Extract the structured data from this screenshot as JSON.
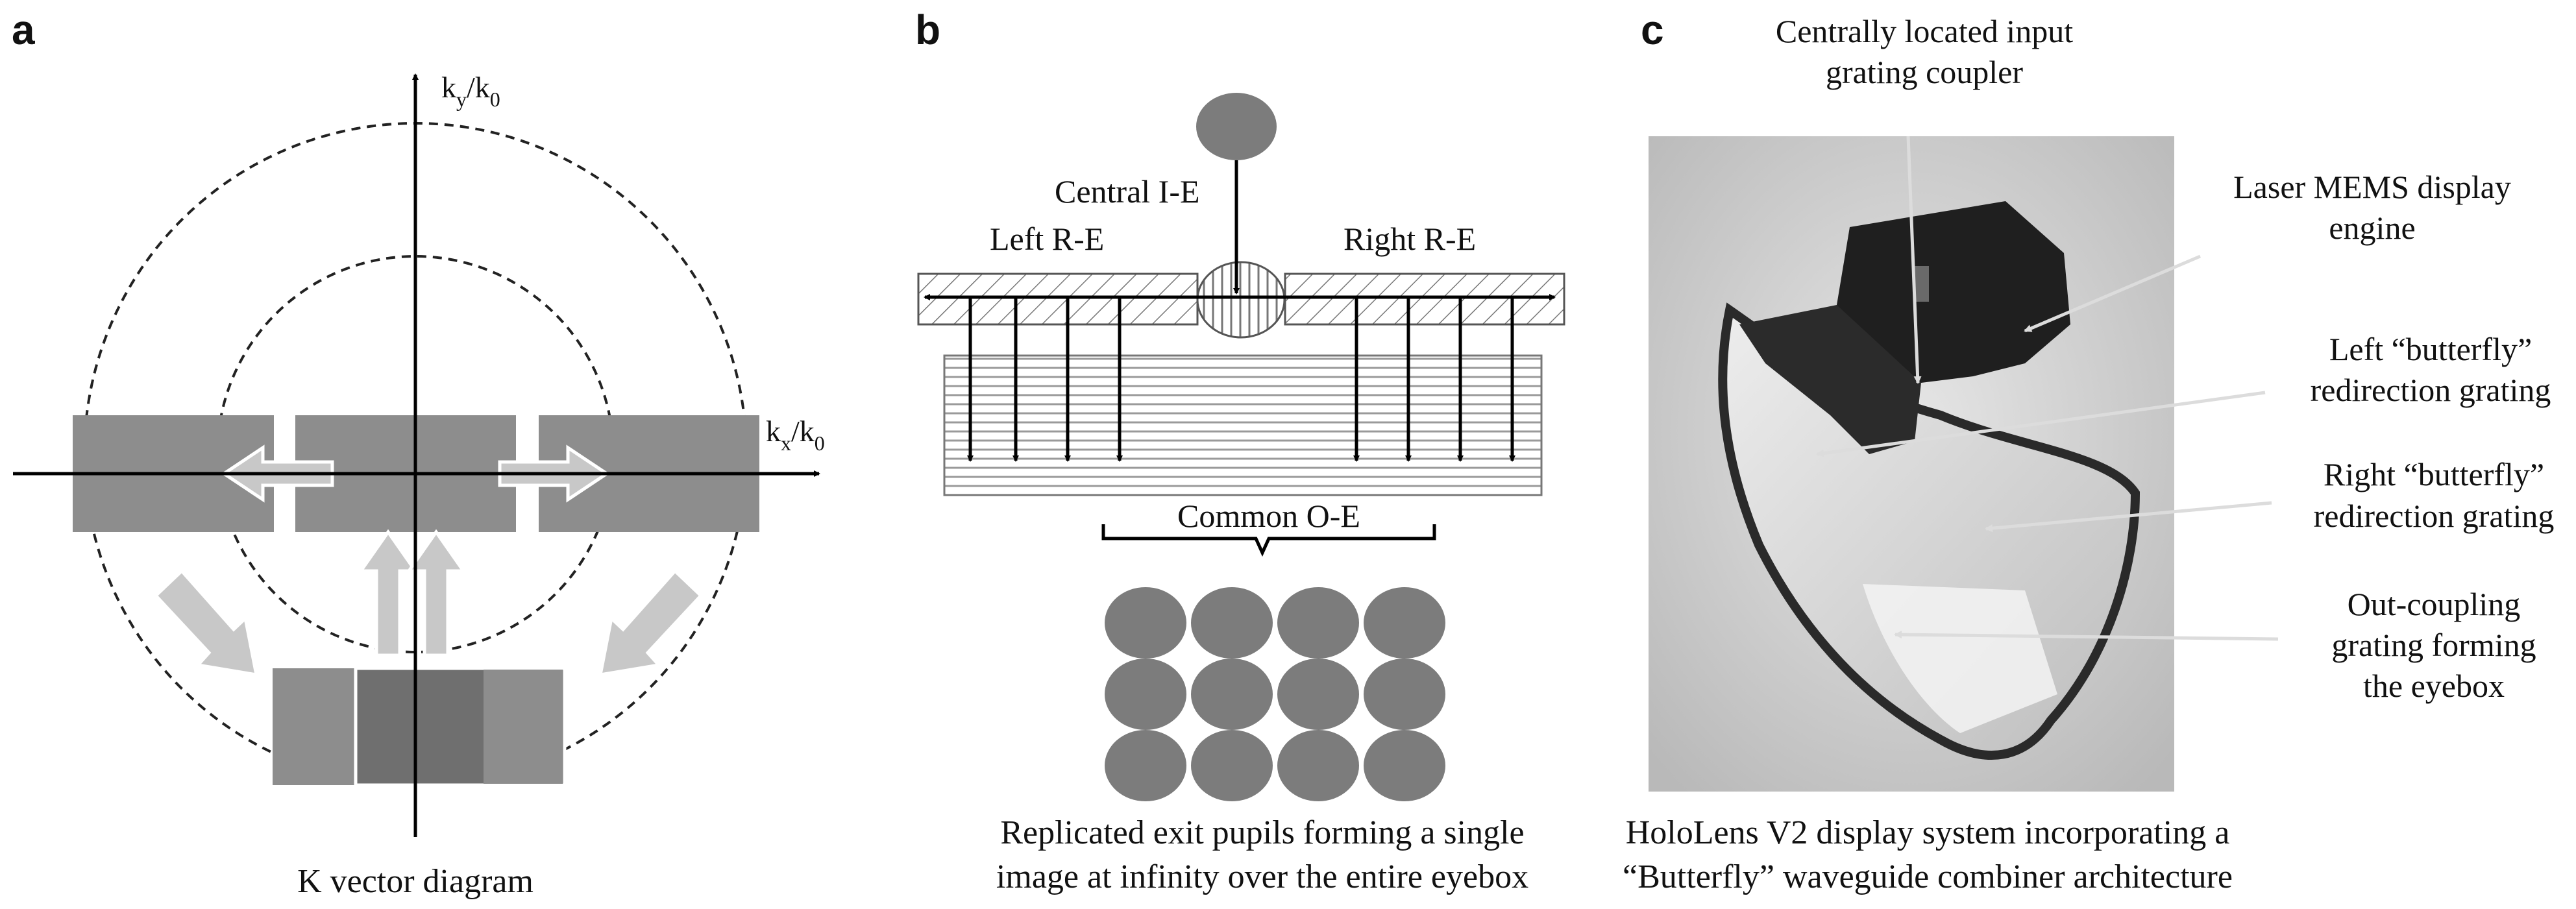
{
  "panels": {
    "a": {
      "letter": "a",
      "caption": "K vector diagram",
      "axis_y": {
        "base": "k",
        "sub": "y",
        "mid": "/k",
        "sub2": "0"
      },
      "axis_x": {
        "base": "k",
        "sub": "x",
        "mid": "/k",
        "sub2": "0"
      }
    },
    "b": {
      "letter": "b",
      "labels": {
        "central": "Central I-E",
        "left": "Left R-E",
        "right": "Right R-E",
        "common": "Common O-E"
      },
      "caption_lines": [
        "Replicated exit pupils forming a single",
        "image at infinity over the entire eyebox"
      ],
      "pupil_grid": {
        "rows": 3,
        "cols": 4
      }
    },
    "c": {
      "letter": "c",
      "callouts": {
        "input_coupler": [
          "Centrally located input",
          "grating coupler"
        ],
        "laser_mems": [
          "Laser MEMS display",
          "engine"
        ],
        "left_butterfly": [
          "Left “butterfly”",
          "redirection grating"
        ],
        "right_butterfly": [
          "Right “butterfly”",
          "redirection grating"
        ],
        "out_coupling": [
          "Out-coupling",
          "grating forming",
          "the eyebox"
        ]
      },
      "caption_lines": [
        "HoloLens V2 display system incorporating a",
        "“Butterfly” waveguide combiner architecture"
      ]
    }
  },
  "colors": {
    "gray_fill": "#8d8d8d",
    "dark_fill": "#6f6f6f",
    "light_arrow": "#c4c4c4",
    "ellipse": "#7c7c7c",
    "photo_bg": "#c9c9c9"
  }
}
